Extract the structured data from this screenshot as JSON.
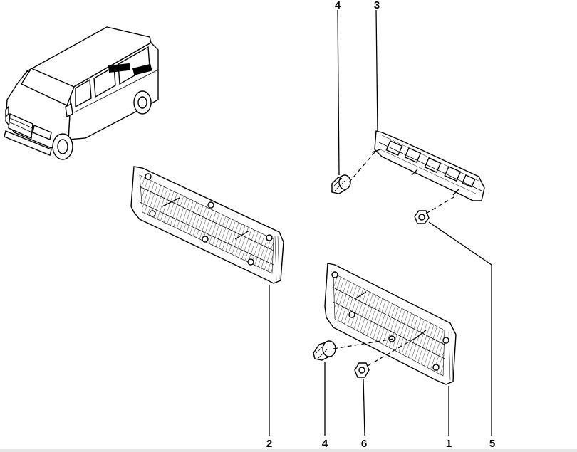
{
  "callouts": [
    {
      "id": "1",
      "label": "1"
    },
    {
      "id": "2",
      "label": "2"
    },
    {
      "id": "3",
      "label": "3"
    },
    {
      "id": "4a",
      "label": "4"
    },
    {
      "id": "4b",
      "label": "4"
    },
    {
      "id": "5",
      "label": "5"
    },
    {
      "id": "6",
      "label": "6"
    }
  ],
  "icons": {
    "vehicle": "van-icon",
    "clip": "push-clip-icon",
    "nut": "nut-icon"
  },
  "colors": {
    "ink": "#000000",
    "paper": "#ffffff"
  }
}
